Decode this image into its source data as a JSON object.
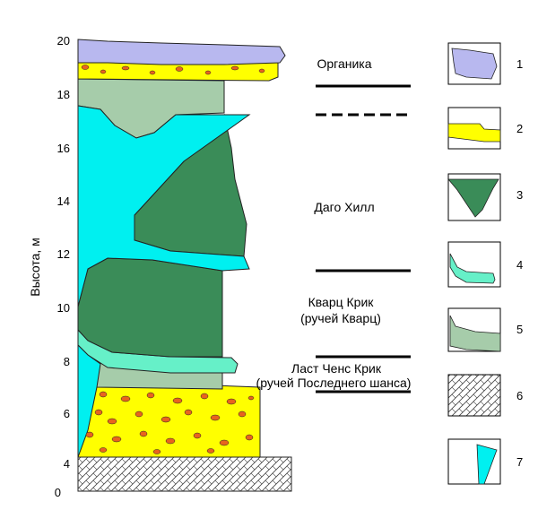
{
  "axis": {
    "label": "Высота, м",
    "ticks": [
      "0",
      "4",
      "6",
      "8",
      "10",
      "12",
      "14",
      "16",
      "18",
      "20"
    ]
  },
  "units": {
    "organika": "Органика",
    "dago": "Даго Хилл",
    "kvarts_1": "Кварц Крик",
    "kvarts_2": "(ручей Кварц)",
    "last_1": "Ласт Ченс Крик",
    "last_2": "(ручей Последнего шанса)"
  },
  "legend": {
    "n1": "1",
    "n2": "2",
    "n3": "3",
    "n4": "4",
    "n5": "5",
    "n6": "6",
    "n7": "7"
  },
  "colors": {
    "organic": "#b8b8ef",
    "gravel": "#ffff00",
    "pebble": "#e8641e",
    "dark_green": "#3a8c58",
    "light_aqua": "#66f0c8",
    "grey_green": "#a6ccaa",
    "ice": "#00f0f0"
  }
}
